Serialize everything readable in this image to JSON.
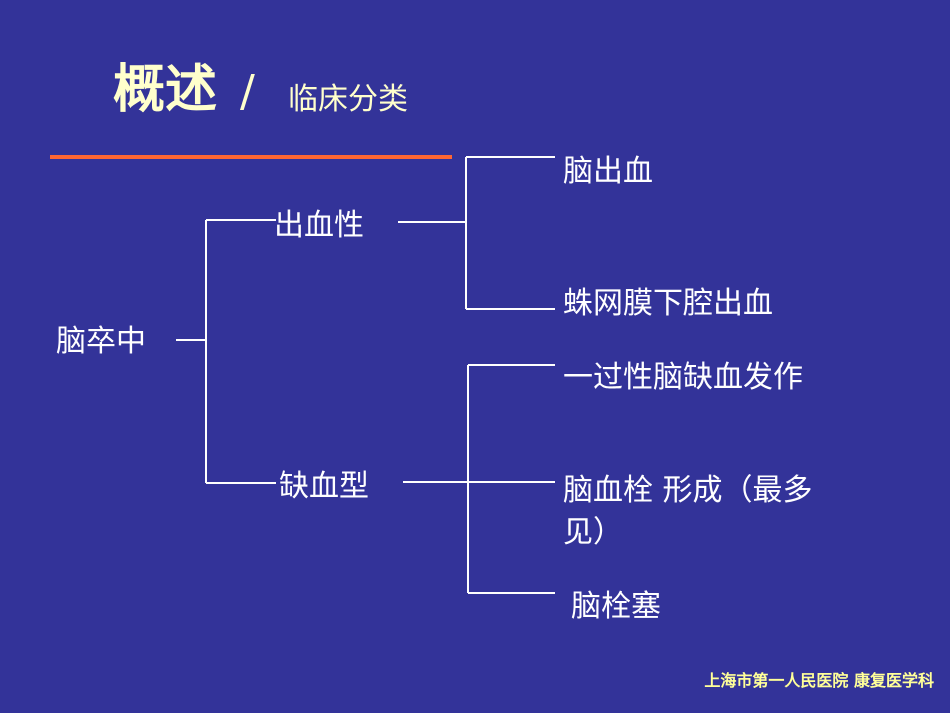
{
  "title": {
    "main": "概述",
    "slash": "/",
    "sub": "临床分类"
  },
  "tree": {
    "root": "脑卒中",
    "branches": [
      {
        "label": "出血性",
        "children": [
          "脑出血",
          "蛛网膜下腔出血"
        ]
      },
      {
        "label": "缺血型",
        "children": [
          "一过性脑缺血发作",
          "脑血栓  形成（最多见）",
          "脑栓塞"
        ]
      }
    ]
  },
  "footer": "上海市第一人民医院  康复医学科",
  "colors": {
    "background": "#333399",
    "title": "#ffffcc",
    "accent_rule": "#ff6633",
    "text": "#ffffff",
    "footer": "#ffff99"
  }
}
